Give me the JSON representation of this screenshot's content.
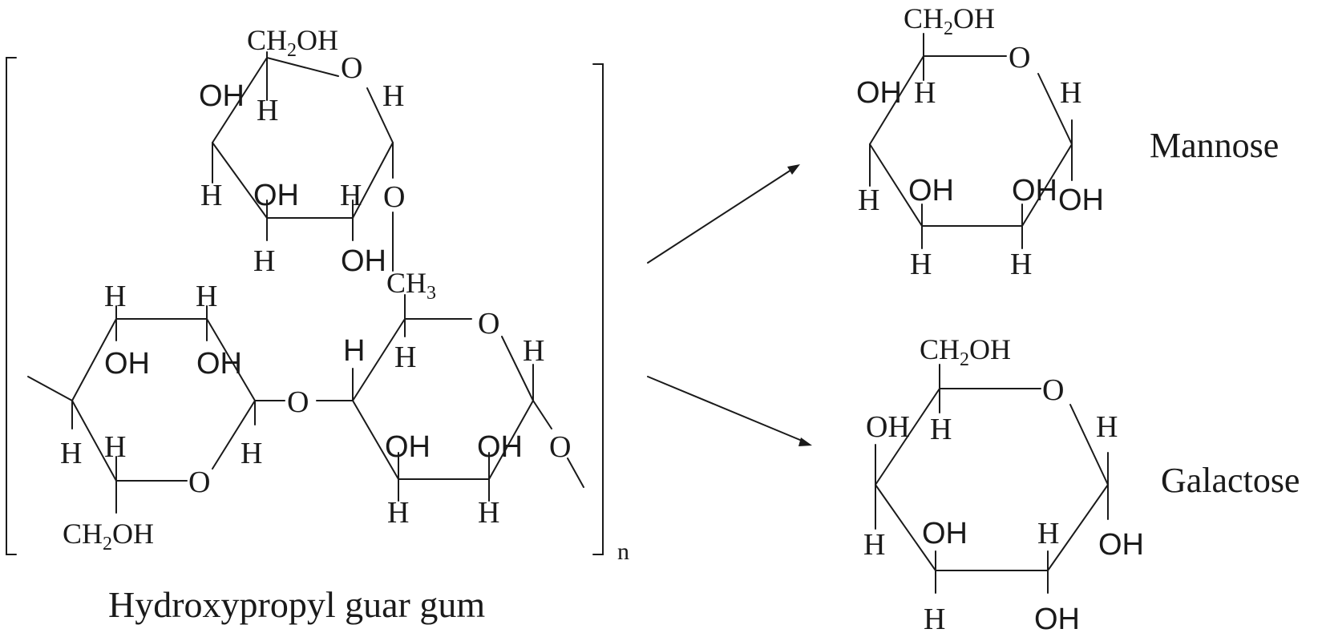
{
  "labels": {
    "polymer_name": "Hydroxypropyl guar gum",
    "repeat_subscript": "n",
    "product_1": "Mannose",
    "product_2": "Galactose"
  },
  "atoms": {
    "O": "O",
    "H": "H",
    "OH": "OH",
    "CH2OH_main": "CH",
    "CH2OH_sub": "2",
    "CH2OH_tail": "OH",
    "CH3_main": "CH",
    "CH3_sub": "3"
  },
  "colors": {
    "ink": "#1a1a1a",
    "background": "#ffffff"
  }
}
